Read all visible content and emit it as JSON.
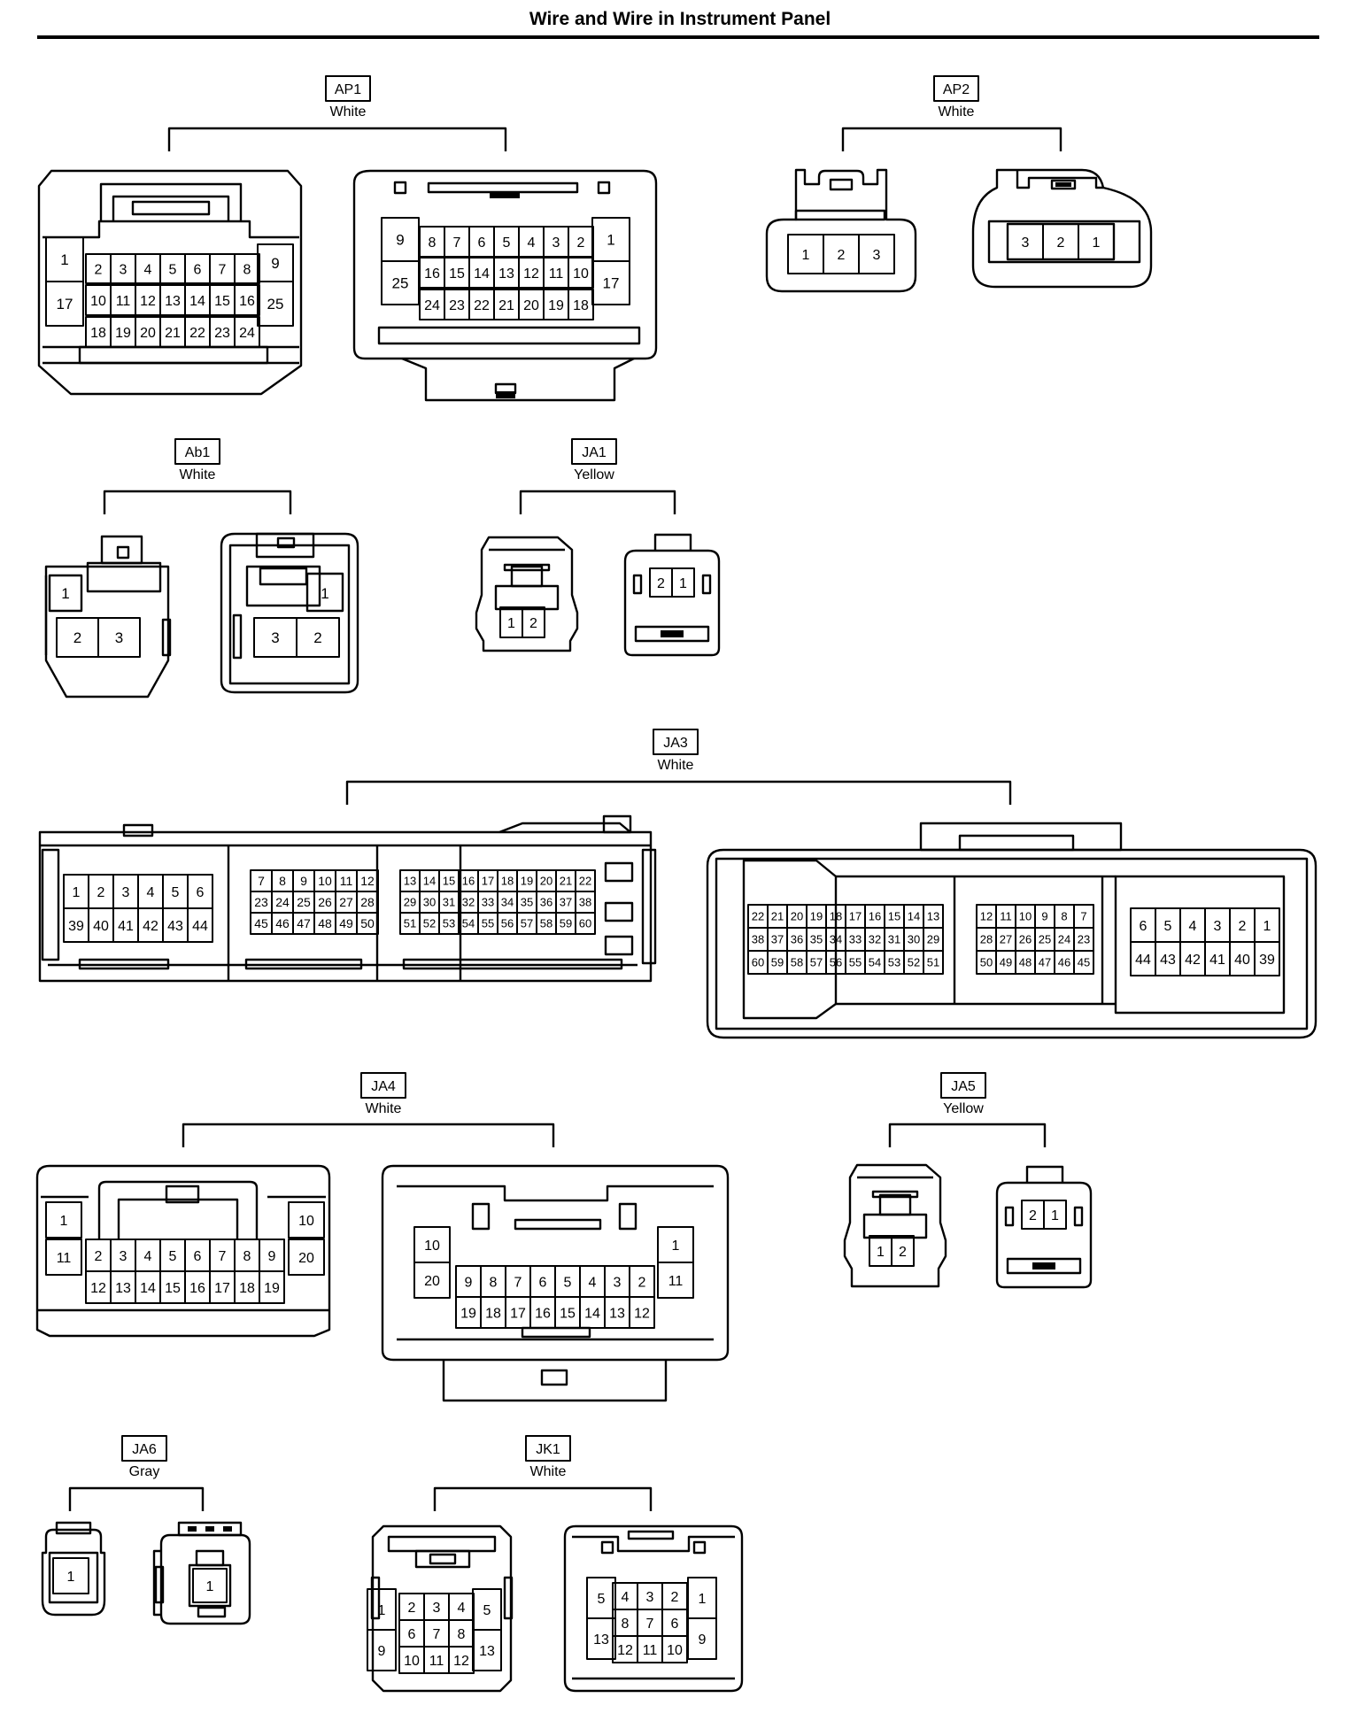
{
  "title": "Wire and Wire in Instrument Panel",
  "connectors": [
    {
      "code": "AP1",
      "color": "White"
    },
    {
      "code": "AP2",
      "color": "White"
    },
    {
      "code": "Ab1",
      "color": "White"
    },
    {
      "code": "JA1",
      "color": "Yellow"
    },
    {
      "code": "JA3",
      "color": "White"
    },
    {
      "code": "JA4",
      "color": "White"
    },
    {
      "code": "JA5",
      "color": "Yellow"
    },
    {
      "code": "JA6",
      "color": "Gray"
    },
    {
      "code": "JK1",
      "color": "White"
    }
  ],
  "pins": {
    "AP1_female": [
      [
        "1"
      ],
      [
        "2",
        "3",
        "4",
        "5",
        "6",
        "7",
        "8"
      ],
      [
        "9"
      ],
      [
        "17"
      ],
      [
        "10",
        "11",
        "12",
        "13",
        "14",
        "15",
        "16"
      ],
      [
        "25"
      ],
      [
        "18",
        "19",
        "20",
        "21",
        "22",
        "23",
        "24"
      ]
    ],
    "AP1_male": [
      [
        "9"
      ],
      [
        "8",
        "7",
        "6",
        "5",
        "4",
        "3",
        "2"
      ],
      [
        "1"
      ],
      [
        "25"
      ],
      [
        "16",
        "15",
        "14",
        "13",
        "12",
        "11",
        "10"
      ],
      [
        "17"
      ],
      [
        "24",
        "23",
        "22",
        "21",
        "20",
        "19",
        "18"
      ]
    ],
    "AP2_female": [
      "1",
      "2",
      "3"
    ],
    "AP2_male": [
      "3",
      "2",
      "1"
    ],
    "Ab1_female": [
      "1",
      "2",
      "3"
    ],
    "Ab1_male": [
      "1",
      "3",
      "2"
    ],
    "JA1_female": [
      "1",
      "2"
    ],
    "JA1_male": [
      "2",
      "1"
    ],
    "JA3_female": [
      [
        "1",
        "2",
        "3",
        "4",
        "5",
        "6"
      ],
      [
        "39",
        "40",
        "41",
        "42",
        "43",
        "44"
      ],
      [
        "7",
        "8",
        "9",
        "10",
        "11",
        "12"
      ],
      [
        "23",
        "24",
        "25",
        "26",
        "27",
        "28"
      ],
      [
        "45",
        "46",
        "47",
        "48",
        "49",
        "50"
      ],
      [
        "13",
        "14",
        "15",
        "16",
        "17",
        "18",
        "19",
        "20",
        "21",
        "22"
      ],
      [
        "29",
        "30",
        "31",
        "32",
        "33",
        "34",
        "35",
        "36",
        "37",
        "38"
      ],
      [
        "51",
        "52",
        "53",
        "54",
        "55",
        "56",
        "57",
        "58",
        "59",
        "60"
      ]
    ],
    "JA3_male": [
      [
        "22",
        "21",
        "20",
        "19",
        "18",
        "17",
        "16",
        "15",
        "14",
        "13"
      ],
      [
        "38",
        "37",
        "36",
        "35",
        "34",
        "33",
        "32",
        "31",
        "30",
        "29"
      ],
      [
        "60",
        "59",
        "58",
        "57",
        "56",
        "55",
        "54",
        "53",
        "52",
        "51"
      ],
      [
        "12",
        "11",
        "10",
        "9",
        "8",
        "7"
      ],
      [
        "28",
        "27",
        "26",
        "25",
        "24",
        "23"
      ],
      [
        "50",
        "49",
        "48",
        "47",
        "46",
        "45"
      ],
      [
        "6",
        "5",
        "4",
        "3",
        "2",
        "1"
      ],
      [
        "44",
        "43",
        "42",
        "41",
        "40",
        "39"
      ]
    ],
    "JA4_female": [
      [
        "1"
      ],
      [
        "11"
      ],
      [
        "2",
        "3",
        "4",
        "5",
        "6",
        "7",
        "8",
        "9"
      ],
      [
        "12",
        "13",
        "14",
        "15",
        "16",
        "17",
        "18",
        "19"
      ],
      [
        "10"
      ],
      [
        "20"
      ]
    ],
    "JA4_male": [
      [
        "10"
      ],
      [
        "20"
      ],
      [
        "9",
        "8",
        "7",
        "6",
        "5",
        "4",
        "3",
        "2"
      ],
      [
        "19",
        "18",
        "17",
        "16",
        "15",
        "14",
        "13",
        "12"
      ],
      [
        "1"
      ],
      [
        "11"
      ]
    ],
    "JA5_female": [
      "1",
      "2"
    ],
    "JA5_male": [
      "2",
      "1"
    ],
    "JA6_female": [
      "1"
    ],
    "JA6_male": [
      "1"
    ],
    "JK1_female": [
      [
        "1"
      ],
      [
        "2",
        "3",
        "4"
      ],
      [
        "5"
      ],
      [
        "6",
        "7",
        "8"
      ],
      [
        "9"
      ],
      [
        "13"
      ],
      [
        "10",
        "11",
        "12"
      ]
    ],
    "JK1_male": [
      [
        "5"
      ],
      [
        "4",
        "3",
        "2"
      ],
      [
        "1"
      ],
      [
        "8",
        "7",
        "6"
      ],
      [
        "13"
      ],
      [
        "9"
      ],
      [
        "12",
        "11",
        "10"
      ]
    ]
  }
}
